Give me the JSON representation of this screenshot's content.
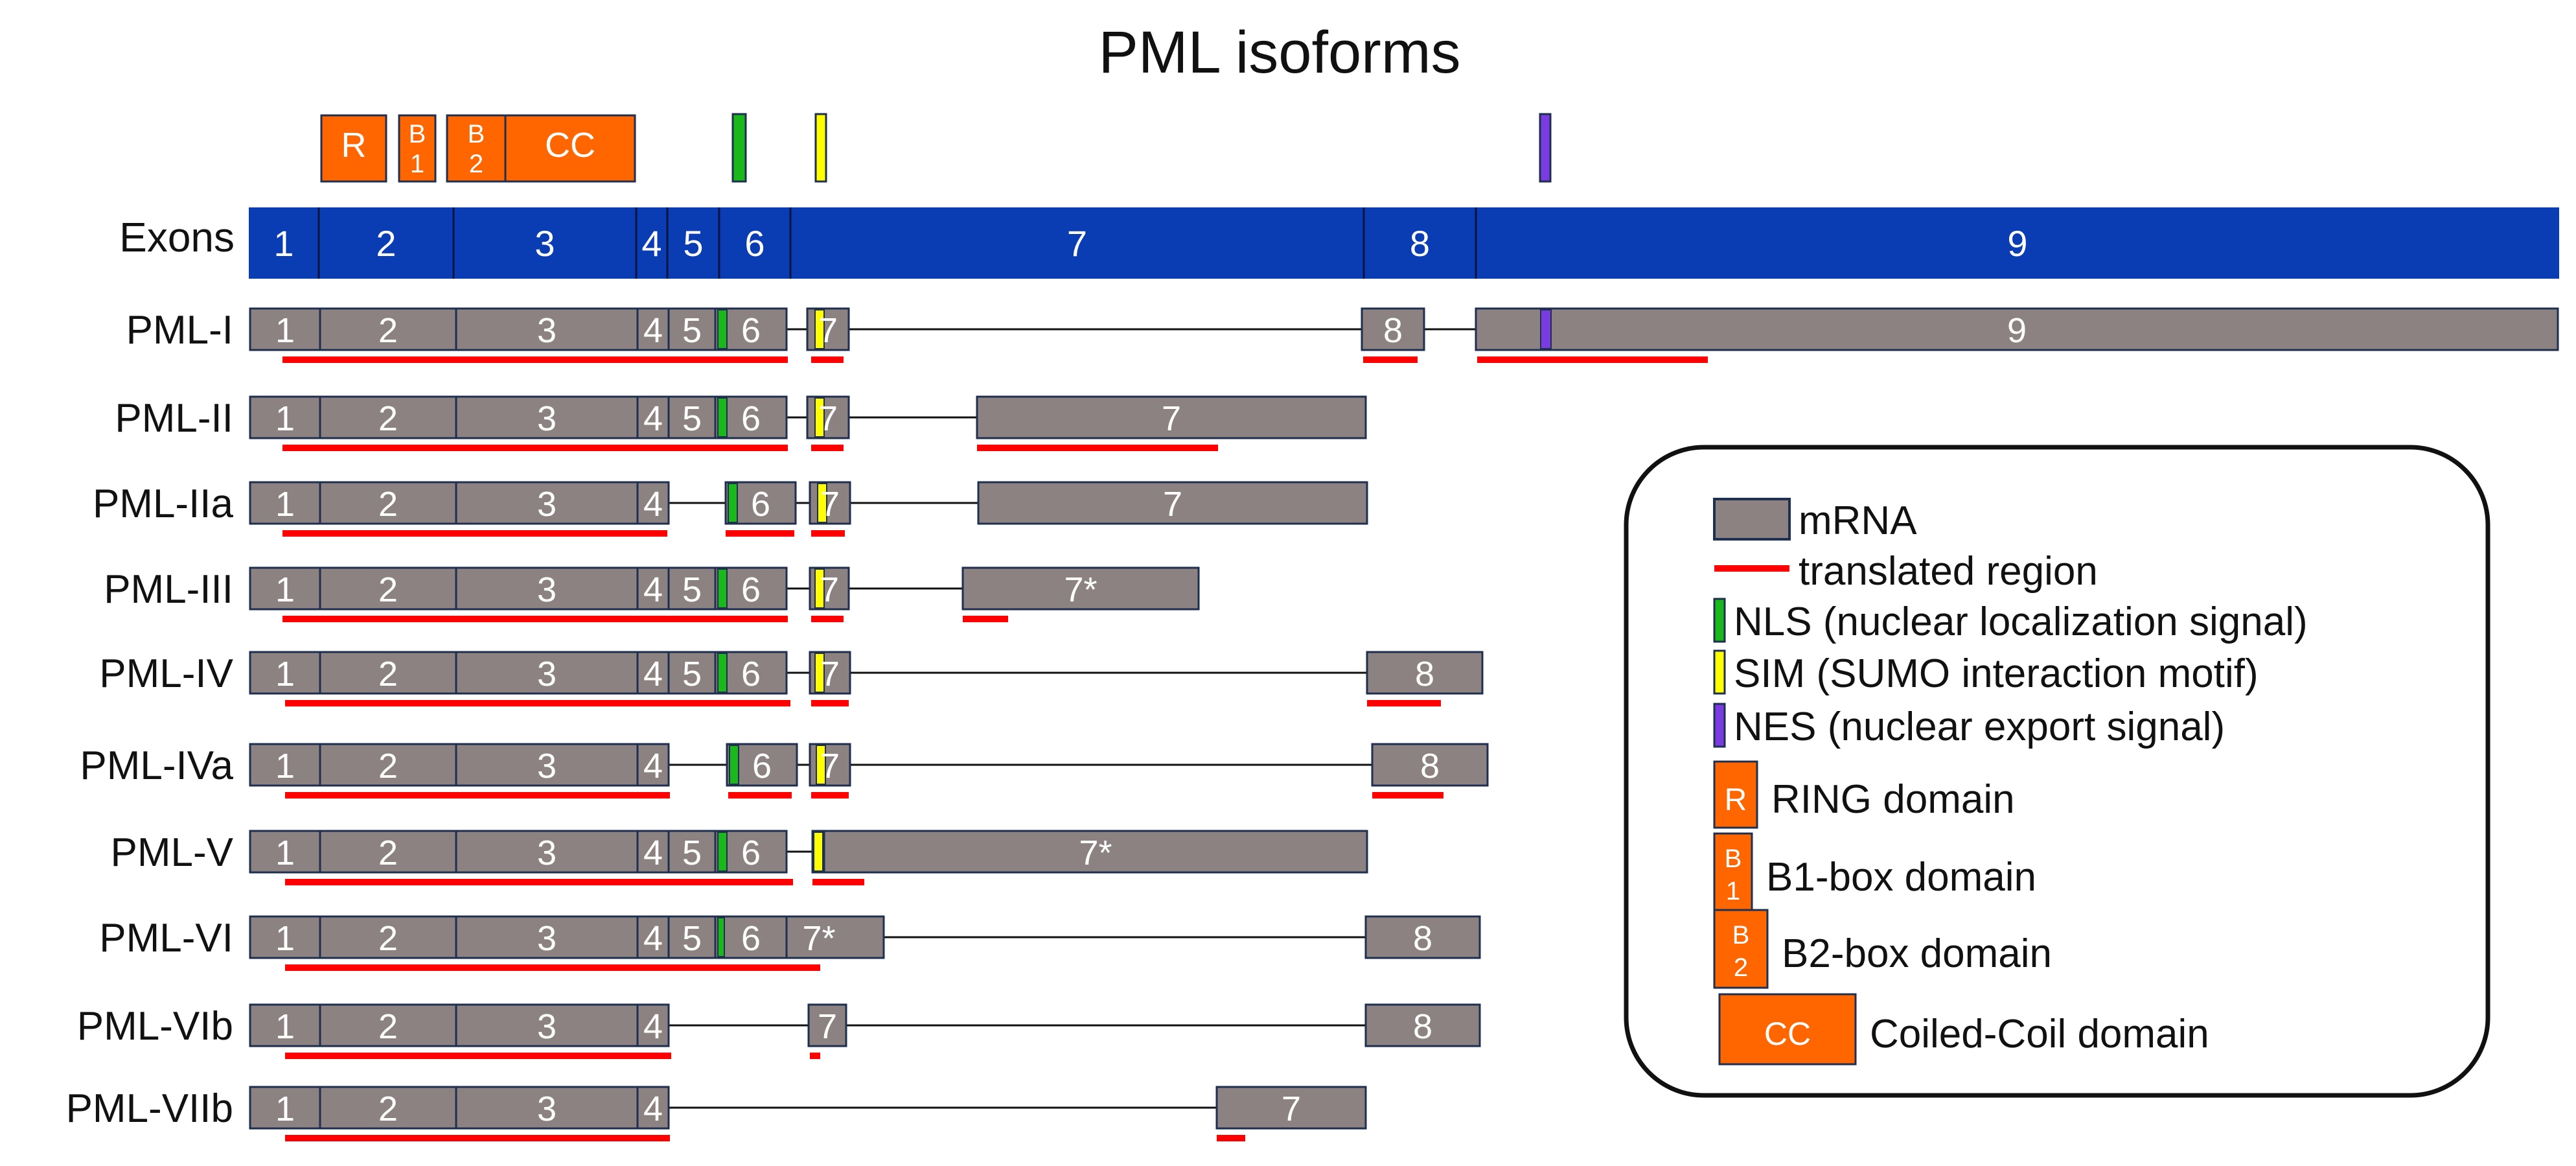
{
  "title": "PML isoforms",
  "colors": {
    "exon_bar": "#0a3cb4",
    "mrna": "#8c8282",
    "translated": "#ff0000",
    "nls": "#1ab81a",
    "sim": "#ffff00",
    "nes": "#7a3ce0",
    "domain": "#ff6600",
    "outline": "#1f2f4f"
  },
  "domains": [
    {
      "id": "R",
      "lines": [
        "R"
      ]
    },
    {
      "id": "B1",
      "lines": [
        "B",
        "1"
      ]
    },
    {
      "id": "B2",
      "lines": [
        "B",
        "2"
      ]
    },
    {
      "id": "CC",
      "lines": [
        "CC"
      ]
    }
  ],
  "exons_label": "Exons",
  "exon_numbers": [
    "1",
    "2",
    "3",
    "4",
    "5",
    "6",
    "7",
    "8",
    "9"
  ],
  "isoforms": [
    {
      "name": "PML-I",
      "segments": [
        {
          "label": "1"
        },
        {
          "label": "2"
        },
        {
          "label": "3"
        },
        {
          "label": "4"
        },
        {
          "label": "5"
        },
        {
          "label": "6"
        },
        {
          "label": "7"
        },
        {
          "label": "8"
        },
        {
          "label": "9"
        }
      ]
    },
    {
      "name": "PML-II",
      "segments": [
        {
          "label": "1"
        },
        {
          "label": "2"
        },
        {
          "label": "3"
        },
        {
          "label": "4"
        },
        {
          "label": "5"
        },
        {
          "label": "6"
        },
        {
          "label": "7"
        },
        {
          "label": "7"
        }
      ]
    },
    {
      "name": "PML-IIa",
      "segments": [
        {
          "label": "1"
        },
        {
          "label": "2"
        },
        {
          "label": "3"
        },
        {
          "label": "4"
        },
        {
          "label": "6"
        },
        {
          "label": "7"
        },
        {
          "label": "7"
        }
      ]
    },
    {
      "name": "PML-III",
      "segments": [
        {
          "label": "1"
        },
        {
          "label": "2"
        },
        {
          "label": "3"
        },
        {
          "label": "4"
        },
        {
          "label": "5"
        },
        {
          "label": "6"
        },
        {
          "label": "7"
        },
        {
          "label": "7*"
        }
      ]
    },
    {
      "name": "PML-IV",
      "segments": [
        {
          "label": "1"
        },
        {
          "label": "2"
        },
        {
          "label": "3"
        },
        {
          "label": "4"
        },
        {
          "label": "5"
        },
        {
          "label": "6"
        },
        {
          "label": "7"
        },
        {
          "label": "8"
        }
      ]
    },
    {
      "name": "PML-IVa",
      "segments": [
        {
          "label": "1"
        },
        {
          "label": "2"
        },
        {
          "label": "3"
        },
        {
          "label": "4"
        },
        {
          "label": "6"
        },
        {
          "label": "7"
        },
        {
          "label": "8"
        }
      ]
    },
    {
      "name": "PML-V",
      "segments": [
        {
          "label": "1"
        },
        {
          "label": "2"
        },
        {
          "label": "3"
        },
        {
          "label": "4"
        },
        {
          "label": "5"
        },
        {
          "label": "6"
        },
        {
          "label": ""
        },
        {
          "label": "7*"
        }
      ]
    },
    {
      "name": "PML-VI",
      "segments": [
        {
          "label": "1"
        },
        {
          "label": "2"
        },
        {
          "label": "3"
        },
        {
          "label": "4"
        },
        {
          "label": "5"
        },
        {
          "label": "6"
        },
        {
          "label": "7*"
        },
        {
          "label": "8"
        }
      ]
    },
    {
      "name": "PML-VIb",
      "segments": [
        {
          "label": "1"
        },
        {
          "label": "2"
        },
        {
          "label": "3"
        },
        {
          "label": "4"
        },
        {
          "label": "7"
        },
        {
          "label": "8"
        }
      ]
    },
    {
      "name": "PML-VIIb",
      "segments": [
        {
          "label": "1"
        },
        {
          "label": "2"
        },
        {
          "label": "3"
        },
        {
          "label": "4"
        },
        {
          "label": "7"
        }
      ]
    }
  ],
  "legend": {
    "items": [
      {
        "swatch": "mrna",
        "label": "mRNA"
      },
      {
        "swatch": "line",
        "label": "translated region"
      },
      {
        "swatch": "nls",
        "label": "NLS (nuclear localization signal)"
      },
      {
        "swatch": "sim",
        "label": "SIM (SUMO interaction motif)"
      },
      {
        "swatch": "nes",
        "label": "NES (nuclear export signal)"
      },
      {
        "swatch": "R",
        "swatch_text": [
          "R"
        ],
        "label": "RING domain"
      },
      {
        "swatch": "B1",
        "swatch_text": [
          "B",
          "1"
        ],
        "label": "B1-box domain"
      },
      {
        "swatch": "B2",
        "swatch_text": [
          "B",
          "2"
        ],
        "label": "B2-box domain"
      },
      {
        "swatch": "CC",
        "swatch_text": [
          "CC"
        ],
        "label": "Coiled-Coil domain"
      }
    ]
  }
}
